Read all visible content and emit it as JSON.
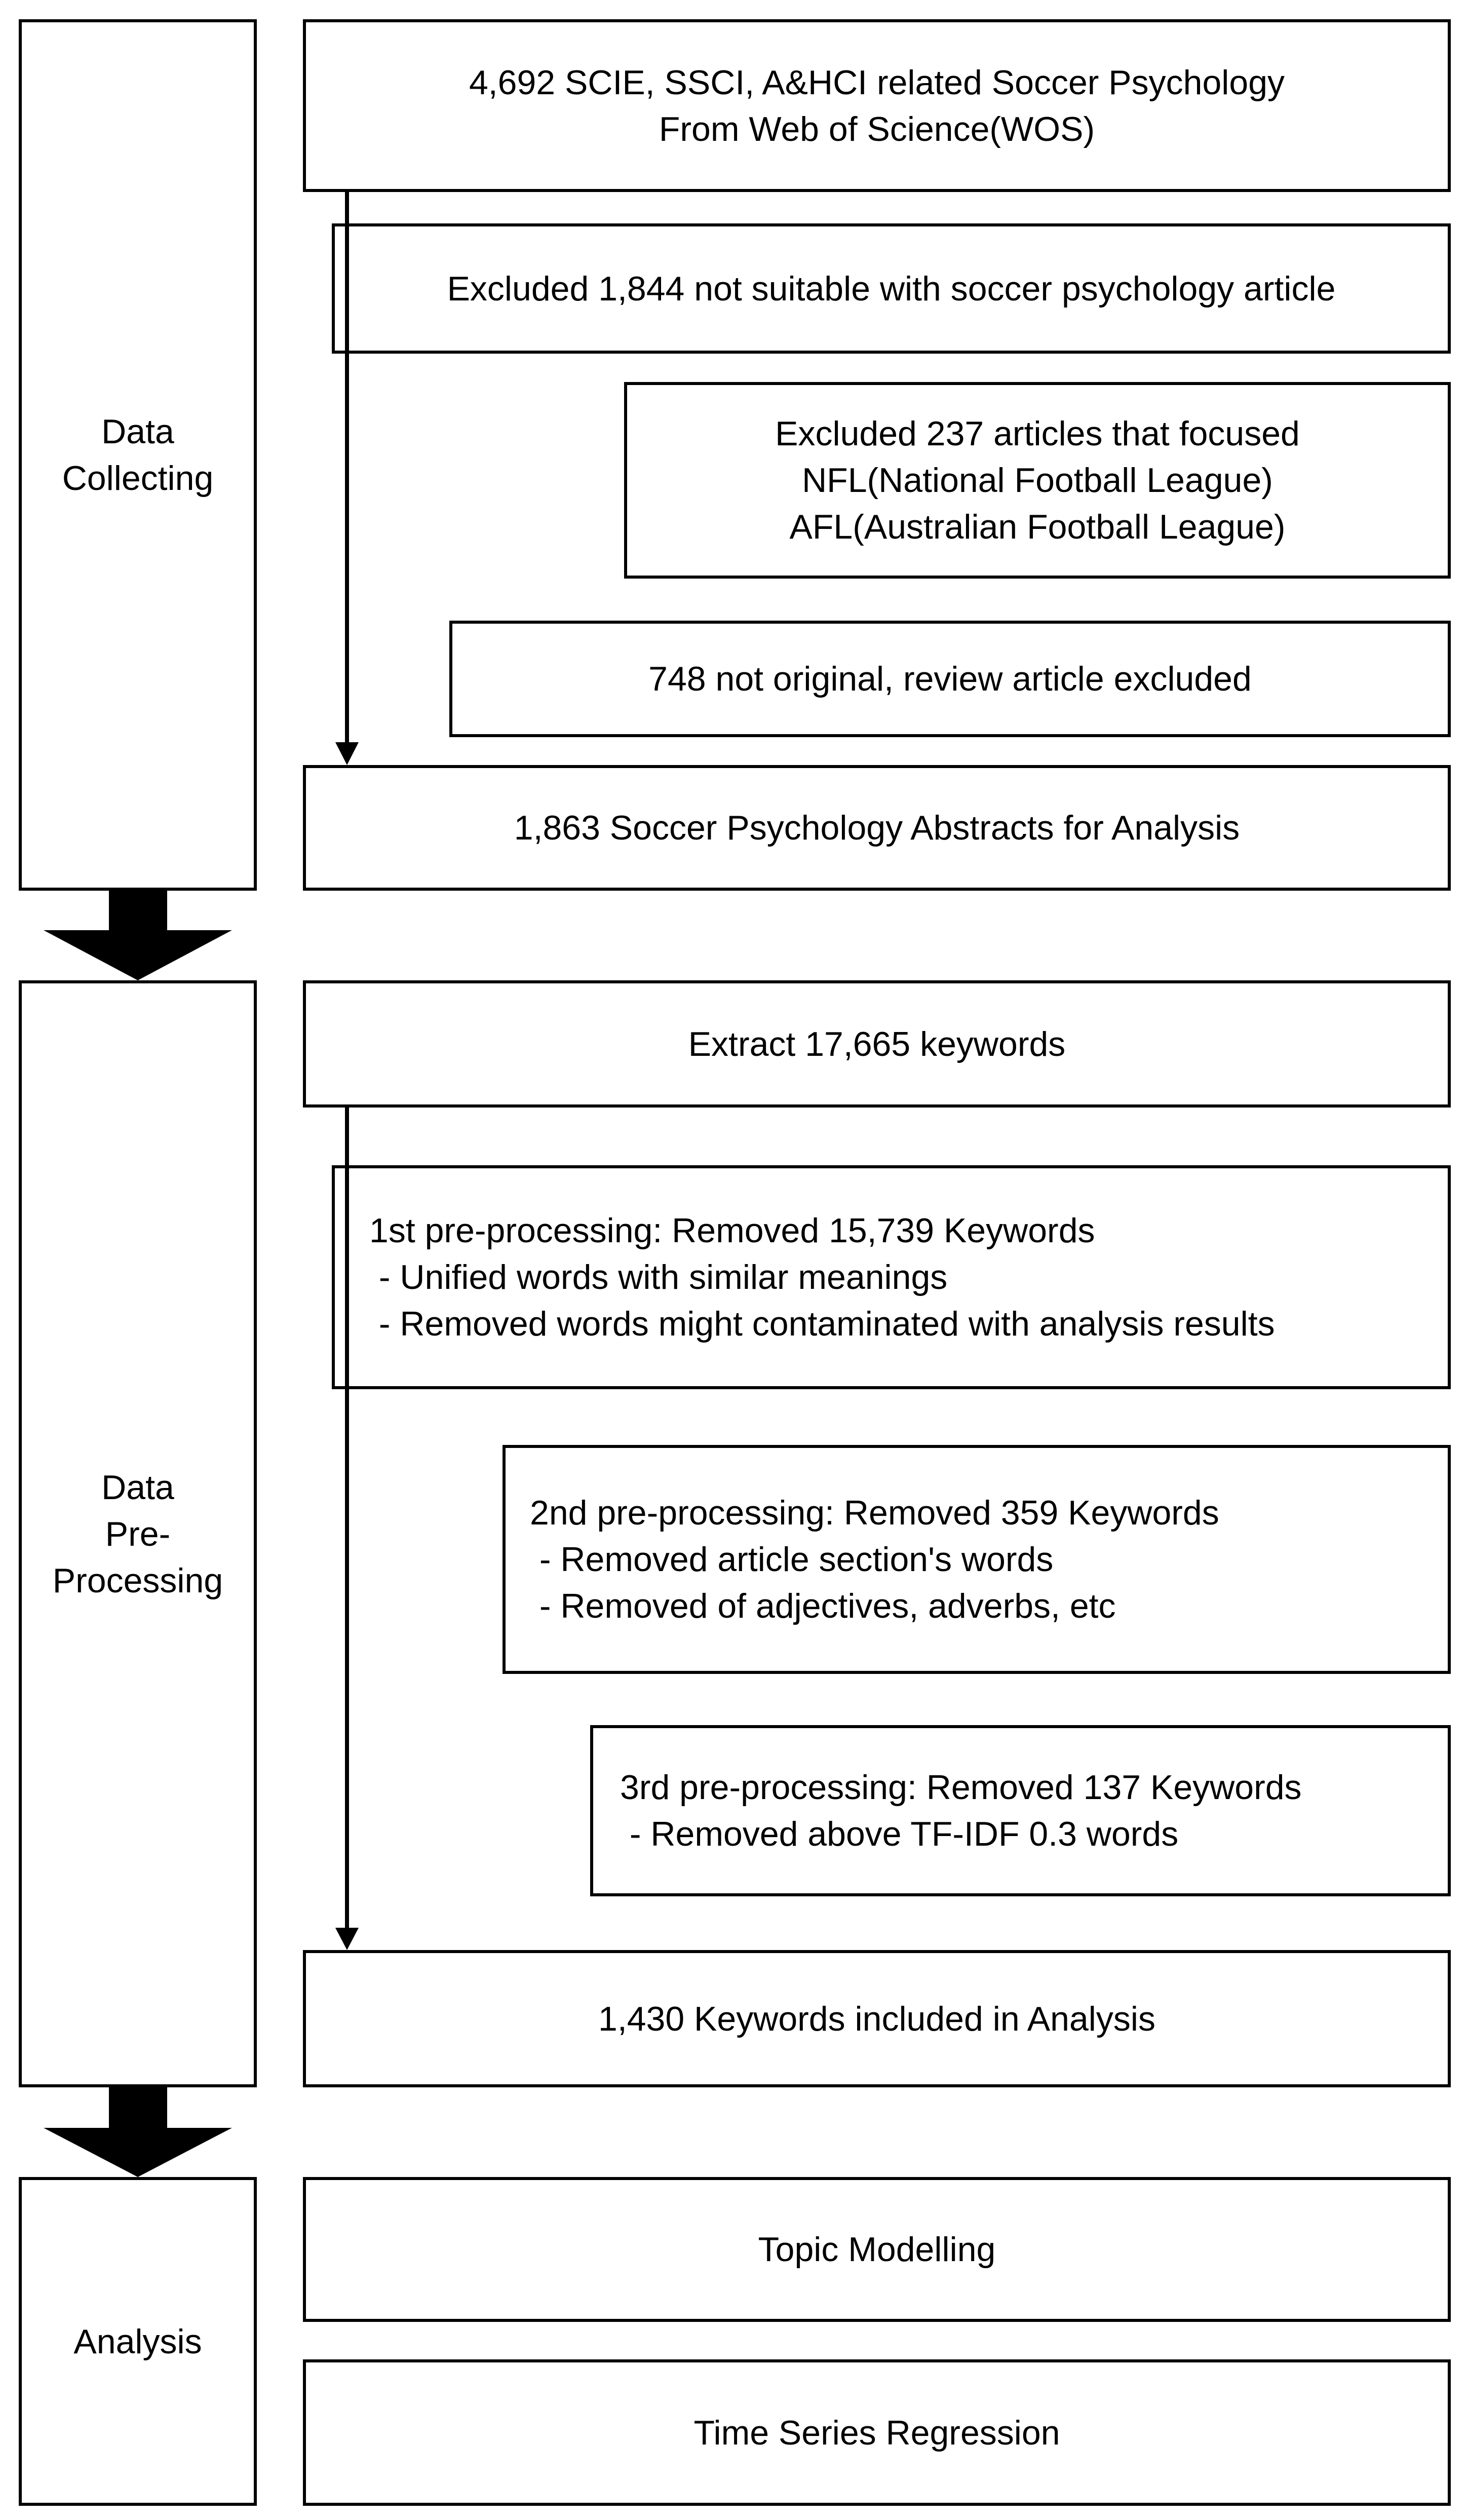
{
  "stages": {
    "collecting": {
      "lines": [
        "Data",
        "Collecting"
      ]
    },
    "preprocessing": {
      "lines": [
        "Data",
        "Pre-",
        "Processing"
      ]
    },
    "analysis": {
      "lines": [
        "Analysis"
      ]
    }
  },
  "boxes": {
    "wos_source": [
      "4,692 SCIE, SSCI, A&HCI related Soccer Psychology",
      "From Web of Science(WOS)"
    ],
    "excluded_unsuitable": [
      "Excluded 1,844 not suitable with soccer psychology article"
    ],
    "excluded_nfl_afl": [
      "Excluded 237 articles that focused",
      "NFL(National Football League)",
      "AFL(Australian Football League)"
    ],
    "excluded_reviews": [
      "748 not original, review article excluded"
    ],
    "abstracts_for_analysis": [
      "1,863 Soccer Psychology Abstracts for Analysis"
    ],
    "extract_keywords": [
      "Extract 17,665 keywords"
    ],
    "preprocessing_1": [
      "1st pre-processing: Removed 15,739 Keywords",
      " - Unified words with similar meanings",
      " - Removed words might contaminated with analysis results"
    ],
    "preprocessing_2": [
      "2nd pre-processing: Removed 359 Keywords",
      " - Removed article section's words",
      " - Removed of adjectives, adverbs, etc"
    ],
    "preprocessing_3": [
      "3rd pre-processing: Removed 137 Keywords",
      " - Removed above TF-IDF 0.3 words"
    ],
    "keywords_included": [
      "1,430 Keywords included in Analysis"
    ],
    "topic_modelling": [
      "Topic Modelling"
    ],
    "time_series_regression": [
      "Time Series Regression"
    ]
  }
}
